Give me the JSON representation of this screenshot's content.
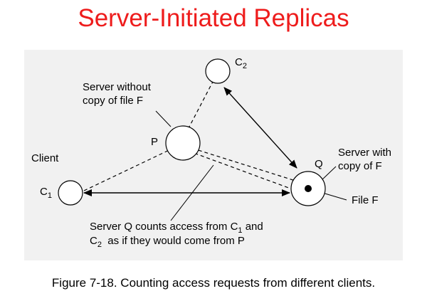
{
  "title": "Server-Initiated Replicas",
  "caption": "Figure 7-18. Counting access requests from different clients.",
  "diagram": {
    "labels": {
      "c2_base": "C",
      "c2_sub": "2",
      "server_without_line1": "Server without",
      "server_without_line2": "copy of file F",
      "p": "P",
      "client": "Client",
      "c1_base": "C",
      "c1_sub": "1",
      "q": "Q",
      "server_with_line1": "Server with",
      "server_with_line2": "copy of F",
      "file_f": "File F",
      "note_line1_a": "Server Q counts access from C",
      "note_line1_sub": "1",
      "note_line1_b": " and",
      "note_line2_base": "C",
      "note_line2_sub": "2",
      "note_line2_rest": "  as if they would come from P"
    }
  },
  "colors": {
    "title": "#ee1c1c",
    "panel": "#f1f1f1",
    "ink": "#000000"
  }
}
